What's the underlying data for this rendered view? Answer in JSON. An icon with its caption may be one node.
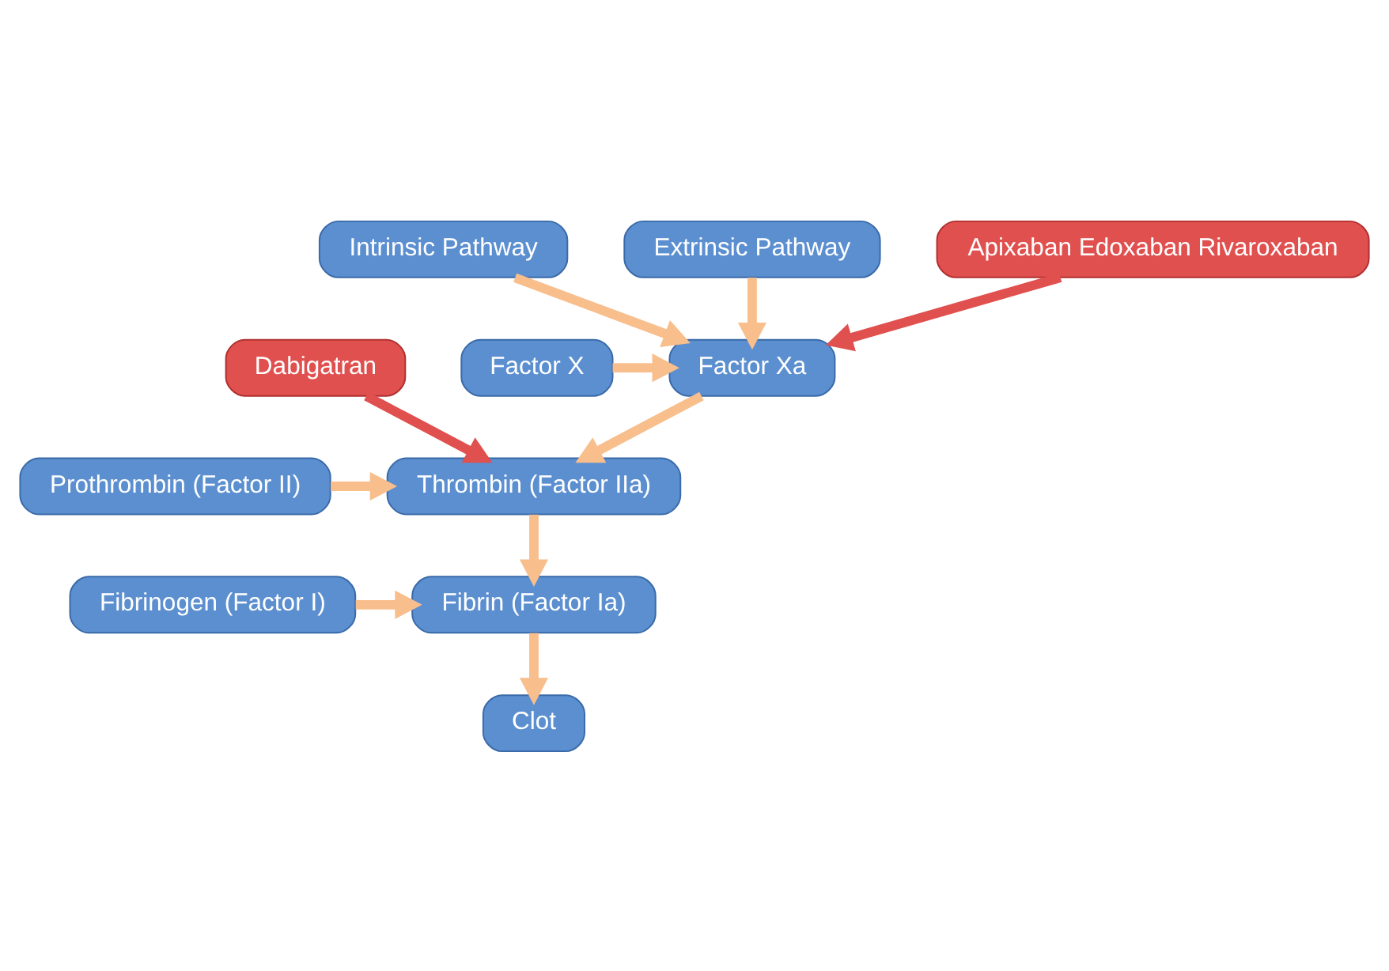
{
  "diagram": {
    "nodes": [
      {
        "text": [
          "Intrinsic Pathway"
        ]
      },
      {
        "text": [
          "Extrinsic Pathway"
        ]
      },
      {
        "text": [
          "Apixaban Edoxaban Rivaroxaban"
        ]
      },
      {
        "text": [
          "Factor X"
        ]
      },
      {
        "text": [
          "Factor Xa"
        ]
      },
      {
        "text": [
          "Dabigatran"
        ]
      },
      {
        "text": [
          "Prothrombin (Factor II)"
        ]
      },
      {
        "text": [
          "Thrombin (Factor IIa)"
        ]
      },
      {
        "text": [
          "Fibrinogen (Factor I)"
        ]
      },
      {
        "text": [
          "Fibrin (Factor Ia)"
        ]
      },
      {
        "text": [
          "Clot"
        ]
      }
    ],
    "edges": [
      {
        "from": 0,
        "to": 4,
        "arrow": "to"
      },
      {
        "from": 1,
        "to": 4,
        "arrow": "to"
      },
      {
        "from": 3,
        "to": 4,
        "arrow": "to"
      },
      {
        "from": 2,
        "to": 4,
        "arrow": "to",
        "color": "#e0504f"
      },
      {
        "from": 4,
        "to": 7,
        "arrow": "to"
      },
      {
        "from": 6,
        "to": 7,
        "arrow": "to"
      },
      {
        "from": 5,
        "to": 7,
        "arrow": "to",
        "color": "#e0504f"
      },
      {
        "from": 7,
        "to": 9,
        "arrow": "to"
      },
      {
        "from": 8,
        "to": 9,
        "arrow": "to"
      },
      {
        "from": 9,
        "to": 10,
        "arrow": "to"
      }
    ]
  }
}
